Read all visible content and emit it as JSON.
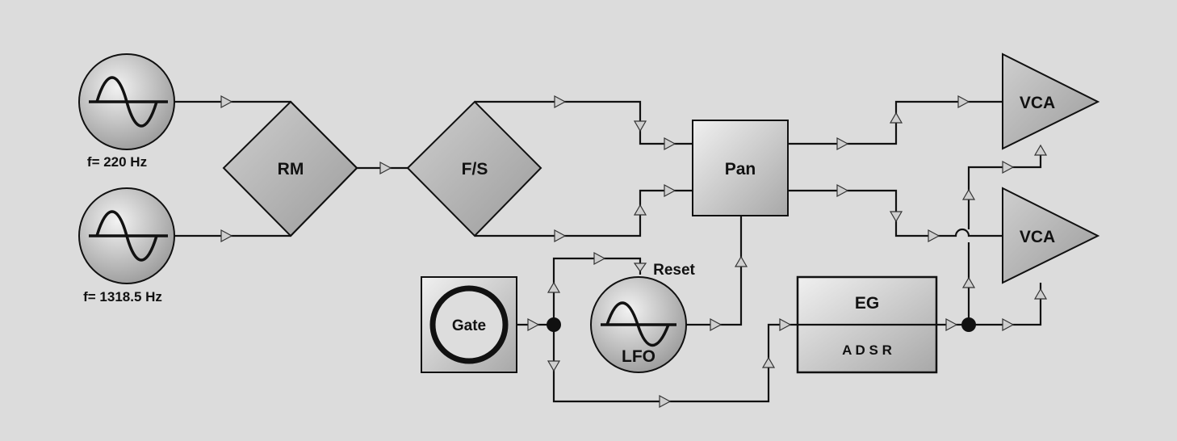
{
  "oscillators": [
    {
      "label": "f= 220 Hz"
    },
    {
      "label": "f= 1318.5 Hz"
    }
  ],
  "modules": {
    "rm": "RM",
    "fs": "F/S",
    "pan": "Pan",
    "gate": "Gate",
    "lfo": "LFO",
    "reset": "Reset",
    "eg": "EG",
    "adsr": "A D S R",
    "vca_top": "VCA",
    "vca_bottom": "VCA"
  }
}
